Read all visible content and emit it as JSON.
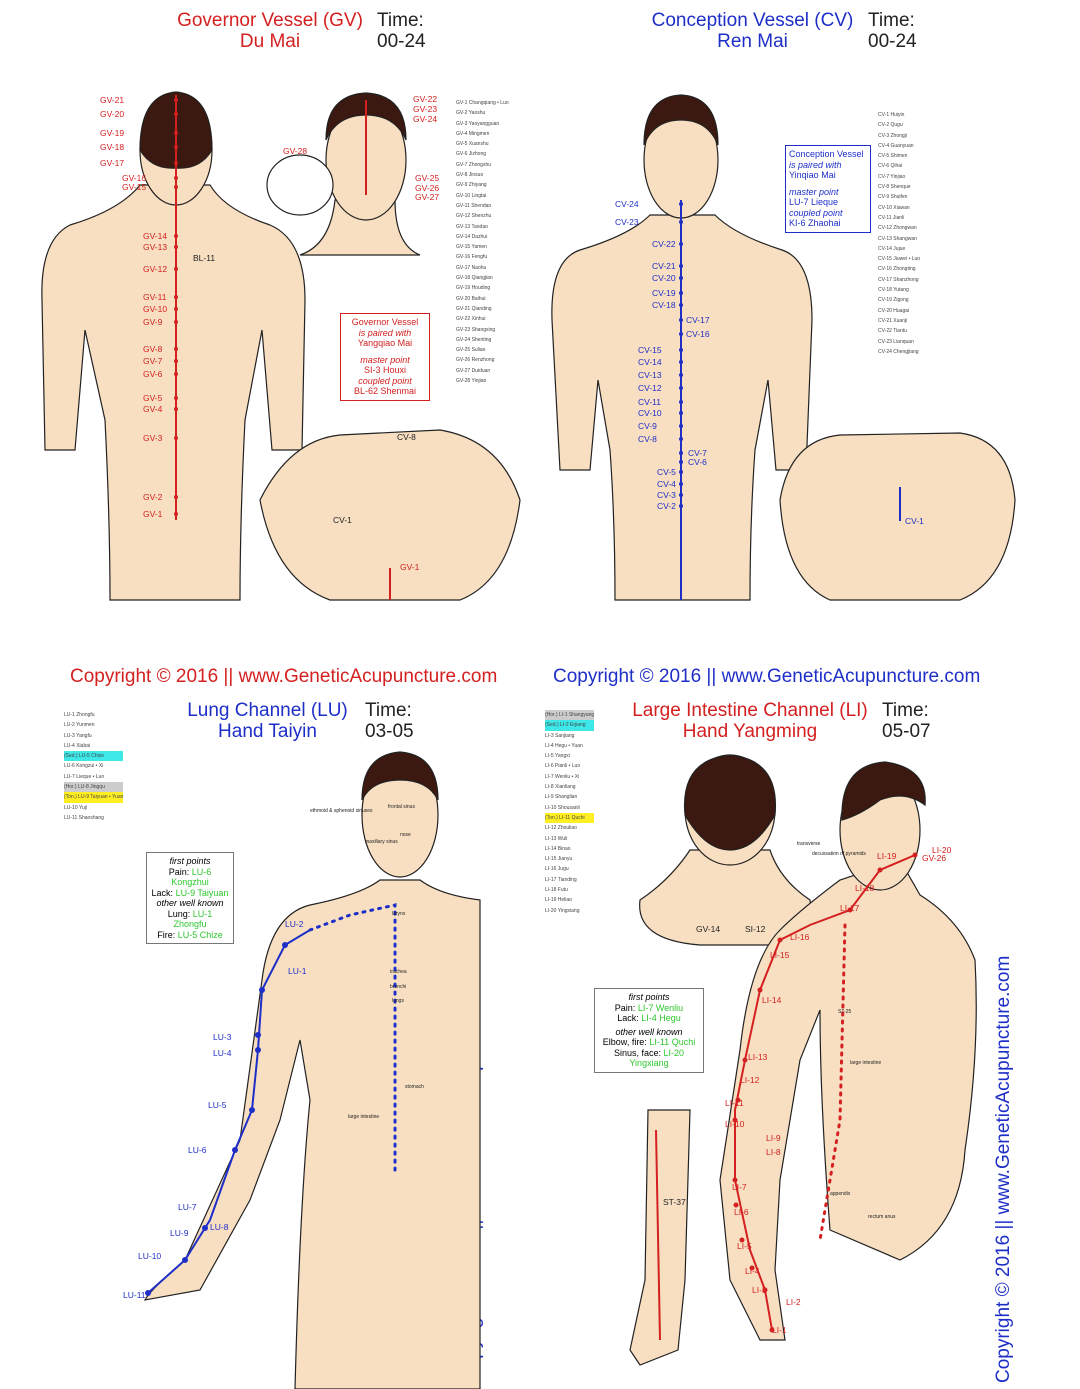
{
  "gv": {
    "title": "Governor Vessel (GV)",
    "subtitle": "Du Mai",
    "time_label": "Time:",
    "time": "00-24",
    "color": "#d42020",
    "points": [
      "GV-21",
      "GV-20",
      "GV-19",
      "GV-18",
      "GV-17",
      "GV-16",
      "GV-15",
      "GV-14",
      "GV-13",
      "GV-12",
      "GV-11",
      "GV-10",
      "GV-9",
      "GV-8",
      "GV-7",
      "GV-6",
      "GV-5",
      "GV-4",
      "GV-3",
      "GV-2",
      "GV-1",
      "GV-22",
      "GV-23",
      "GV-24",
      "GV-25",
      "GV-26",
      "GV-27",
      "GV-28",
      "BL-11",
      "CV-8",
      "CV-1",
      "GV-1"
    ],
    "list": [
      "GV-1 Changqiang • Luo",
      "GV-2 Yaoshu",
      "GV-3 Yaoyangguan",
      "GV-4 Mingmen",
      "GV-5 Xuanshu",
      "GV-6 Jizhong",
      "GV-7 Zhongshu",
      "GV-8 Jinsuo",
      "GV-9 Zhiyang",
      "GV-10 Lingtai",
      "GV-11 Shendao",
      "GV-12 Shenzhu",
      "GV-13 Taodao",
      "GV-14 Dazhui",
      "GV-15 Yamen",
      "GV-16 Fengfu",
      "GV-17 Naohu",
      "GV-18 Qiangjian",
      "GV-19 Houding",
      "GV-20 Baihui",
      "GV-21 Qianding",
      "GV-22 Xinhui",
      "GV-23 Shangxing",
      "GV-24 Shenting",
      "GV-25 Suliao",
      "GV-26 Renzhong",
      "GV-27 Duiduan",
      "GV-28 Yinjiao"
    ],
    "box": [
      "Governor Vessel",
      "is paired with",
      "Yangqiao Mai",
      "master point",
      "SI-3 Houxi",
      "coupled point",
      "BL-62 Shenmai"
    ]
  },
  "cv": {
    "title": "Conception Vessel (CV)",
    "subtitle": "Ren Mai",
    "time_label": "Time:",
    "time": "00-24",
    "color": "#1e2fc8",
    "points": [
      "CV-24",
      "CV-23",
      "CV-22",
      "CV-21",
      "CV-20",
      "CV-19",
      "CV-18",
      "CV-17",
      "CV-16",
      "CV-15",
      "CV-14",
      "CV-13",
      "CV-12",
      "CV-11",
      "CV-10",
      "CV-9",
      "CV-8",
      "CV-7",
      "CV-6",
      "CV-5",
      "CV-4",
      "CV-3",
      "CV-2",
      "CV-1"
    ],
    "list": [
      "CV-1 Huiyin",
      "CV-2 Qugu",
      "CV-3 Zhongji",
      "CV-4 Guanyuan",
      "CV-5 Shimen",
      "CV-6 Qihai",
      "CV-7 Yinjiao",
      "CV-8 Shenque",
      "CV-9 Shuifen",
      "CV-10 Xiawan",
      "CV-11 Jianli",
      "CV-12 Zhongwan",
      "CV-13 Shangwan",
      "CV-14 Jujue",
      "CV-15 Jiuwei • Luo",
      "CV-16 Zhongting",
      "CV-17 Shanzhong",
      "CV-18 Yutang",
      "CV-19 Zigong",
      "CV-20 Huagai",
      "CV-21 Xuanji",
      "CV-22 Tiantu",
      "CV-23 Lianquan",
      "CV-24 Chengjiang"
    ],
    "box": [
      "Conception Vessel",
      "is paired with",
      "Yinqiao Mai",
      "master point",
      "LU-7 Lieque",
      "coupled point",
      "KI-6 Zhaohai"
    ]
  },
  "copyright_left": "Copyright © 2016 || www.GeneticAcupuncture.com",
  "copyright_right": "Copyright © 2016 || www.GeneticAcupuncture.com",
  "lu": {
    "title": "Lung Channel (LU)",
    "subtitle": "Hand Taiyin",
    "time_label": "Time:",
    "time": "03-05",
    "color": "#1e2fc8",
    "points": [
      "LU-2",
      "LU-1",
      "LU-3",
      "LU-4",
      "LU-5",
      "LU-6",
      "LU-7",
      "LU-8",
      "LU-9",
      "LU-10",
      "LU-11"
    ],
    "list": [
      "LU-1 Zhongfu",
      "LU-2 Yunmen",
      "LU-3 Yangfu",
      "LU-4 Xiabai",
      "(Sed.) LU-5 Chize",
      "LU-6 Kongzui • Xi",
      "LU-7 Lieque • Luo",
      "(Hor.) LU-8 Jingqu",
      "(Ton.) LU-9 Taiyuan • Yuan",
      "LU-10 Yuji",
      "LU-11 Shaoshang"
    ],
    "anatomy": [
      "ethmoid & sphenoid sinuses",
      "frontal sinus",
      "nose",
      "maxillary sinus",
      "larynx",
      "trachea",
      "bronchi",
      "lungs",
      "stomach",
      "large intestine"
    ],
    "box": {
      "heading": "first points",
      "pain_label": "Pain:",
      "pain": "LU-6 Kongzhui",
      "lack_label": "Lack:",
      "lack": "LU-9 Taiyuan",
      "heading2": "other well known",
      "l1": "Lung:",
      "v1": "LU-1 Zhongfu",
      "l2": "Fire:",
      "v2": "LU-5 Chize"
    },
    "vertical_copyright": "Copyright © 2016 || www.GeneticAcupuncture.com"
  },
  "li": {
    "title": "Large Intestine Channel (LI)",
    "subtitle": "Hand Yangming",
    "time_label": "Time:",
    "time": "05-07",
    "color": "#d42020",
    "points": [
      "LI-20",
      "GV-26",
      "LI-19",
      "LI-18",
      "LI-17",
      "LI-16",
      "LI-15",
      "LI-14",
      "LI-13",
      "LI-12",
      "LI-11",
      "LI-10",
      "LI-9",
      "LI-8",
      "LI-7",
      "LI-6",
      "LI-5",
      "LI-4",
      "LI-3",
      "LI-2",
      "LI-1",
      "GV-14",
      "SI-12",
      "ST-37"
    ],
    "list": [
      "(Hor.) LI-1 Shangyang",
      "(Sed.) LI-2 Erjiang",
      "LI-3 Sanjiang",
      "LI-4 Hegu • Yuan",
      "LI-5 Yangxi",
      "LI-6 Pianli • Luo",
      "LI-7 Wenliu • Xi",
      "LI-8 Xianliang",
      "LI-9 Shanglian",
      "LI-10 Shousanli",
      "(Ton.) LI-11 Quchi",
      "LI-12 Zhouliao",
      "LI-13 Wuli",
      "LI-14 Binao",
      "LI-15 Jianyu",
      "LI-16 Jugu",
      "LI-17 Tianding",
      "LI-18 Futu",
      "LI-19 Heliao",
      "LI-20 Yingxiang"
    ],
    "anatomy": [
      "transverse",
      "decussation of pyramids",
      "ST-25",
      "large intestine",
      "appendix",
      "rectum anus"
    ],
    "box": {
      "heading": "first points",
      "pain_label": "Pain:",
      "pain": "LI-7 Wenliu",
      "lack_label": "Lack:",
      "lack": "LI-4 Hegu",
      "heading2": "other well known",
      "l1": "Elbow, fire:",
      "v1": "LI-11 Quchi",
      "l2": "Sinus, face:",
      "v2": "LI-20 Yingxiang"
    },
    "vertical_copyright": "Copyright © 2016 || www.GeneticAcupuncture.com"
  },
  "colors": {
    "skin": "#f8dfc2",
    "hair": "#3b1810",
    "red": "#d42020",
    "blue": "#1e2fc8",
    "green": "#2ec82e"
  }
}
